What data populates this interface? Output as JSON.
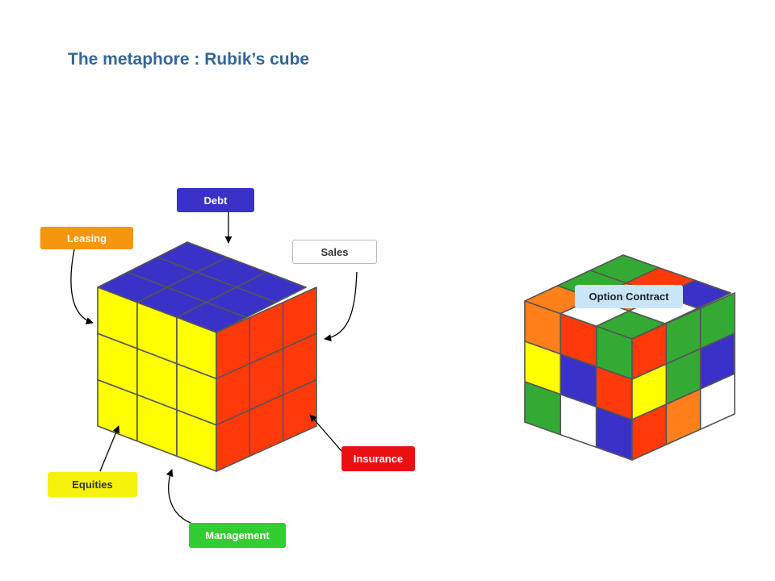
{
  "slide": {
    "title": "The metaphore : Rubik’s cube"
  },
  "labels": {
    "debt": "Debt",
    "leasing": "Leasing",
    "sales": "Sales",
    "option_contract": "Option Contract",
    "insurance": "Insurance",
    "equities": "Equities",
    "management": "Management"
  },
  "colors": {
    "title": "#336699",
    "debt": "#3a32c8",
    "leasing": "#f7950f",
    "equities": "#f6f20c",
    "insurance": "#e81010",
    "management": "#33cc33",
    "option_contract": "#c8e6f8"
  },
  "cubes": {
    "solved": {
      "top_color": "#3a32c8",
      "left_color": "#ffff00",
      "right_color": "#ff3a0a"
    },
    "scrambled": {
      "top": [
        "#ff7f1a",
        "#33aa33",
        "#33aa33",
        "#ffffff",
        "#ff7f1a",
        "#ff3a0a",
        "#33aa33",
        "#ffffff",
        "#3a32c8"
      ],
      "left": [
        "#ff7f1a",
        "#ff3a0a",
        "#33aa33",
        "#ffff00",
        "#3a32c8",
        "#ff3a0a",
        "#33aa33",
        "#ffffff",
        "#3a32c8"
      ],
      "right": [
        "#ff3a0a",
        "#33aa33",
        "#33aa33",
        "#ffff00",
        "#33aa33",
        "#3a32c8",
        "#ff3a0a",
        "#ff7f1a",
        "#ffffff"
      ]
    }
  }
}
